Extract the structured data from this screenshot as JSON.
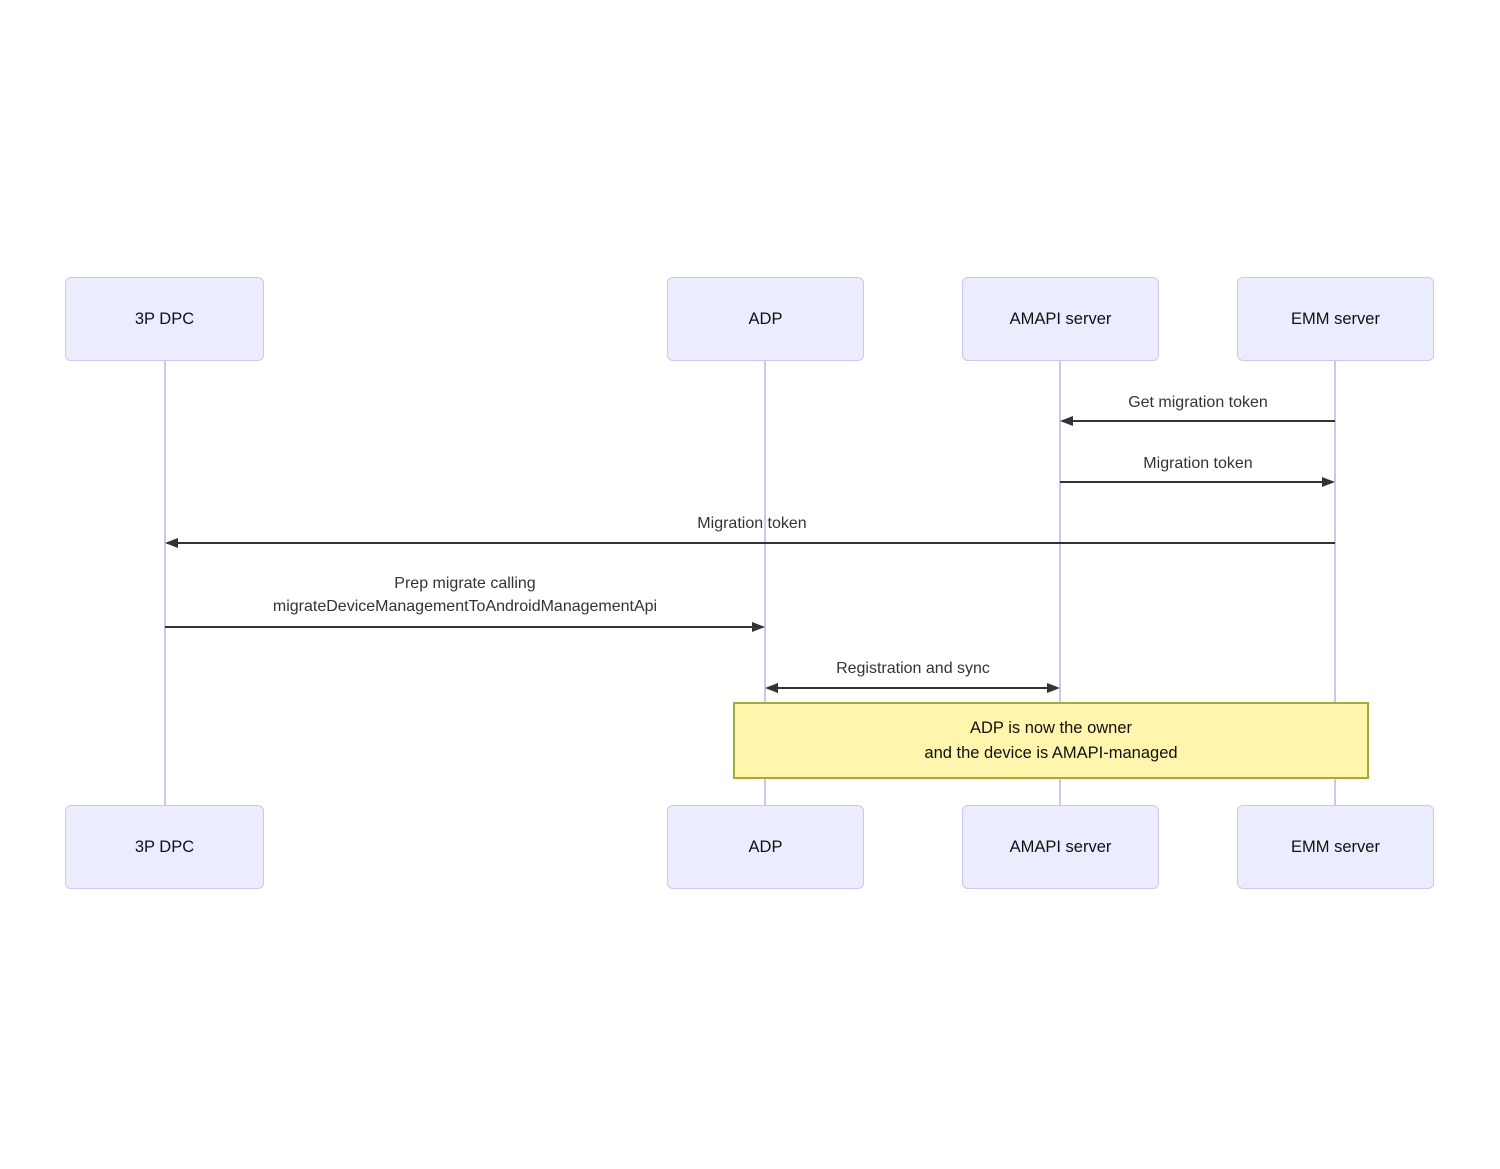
{
  "diagram_type": "sequence",
  "actors": [
    {
      "id": "3p-dpc",
      "label": "3P DPC"
    },
    {
      "id": "adp",
      "label": "ADP"
    },
    {
      "id": "amapi-server",
      "label": "AMAPI server"
    },
    {
      "id": "emm-server",
      "label": "EMM server"
    }
  ],
  "messages": [
    {
      "label": "Get migration token",
      "from": "emm-server",
      "to": "amapi-server",
      "direction": "left"
    },
    {
      "label": "Migration token",
      "from": "amapi-server",
      "to": "emm-server",
      "direction": "right"
    },
    {
      "label": "Migration token",
      "from": "emm-server",
      "to": "3p-dpc",
      "direction": "left"
    },
    {
      "line1": "Prep migrate calling",
      "line2": "migrateDeviceManagementToAndroidManagementApi",
      "from": "3p-dpc",
      "to": "adp",
      "direction": "right"
    },
    {
      "label": "Registration and sync",
      "from": "adp",
      "to": "amapi-server",
      "direction": "both"
    }
  ],
  "note": {
    "line1": "ADP is now the owner",
    "line2": "and the device is AMAPI-managed",
    "over": [
      "adp",
      "emm-server"
    ]
  },
  "colors": {
    "actor_fill": "#ECECFF",
    "actor_border": "#CCC6F0",
    "lifeline": "#CFC7E8",
    "arrow": "#333333",
    "message_text": "#333333",
    "note_fill": "#FFF5AD",
    "note_border": "#AAAA33",
    "background": "#FFFFFF"
  }
}
